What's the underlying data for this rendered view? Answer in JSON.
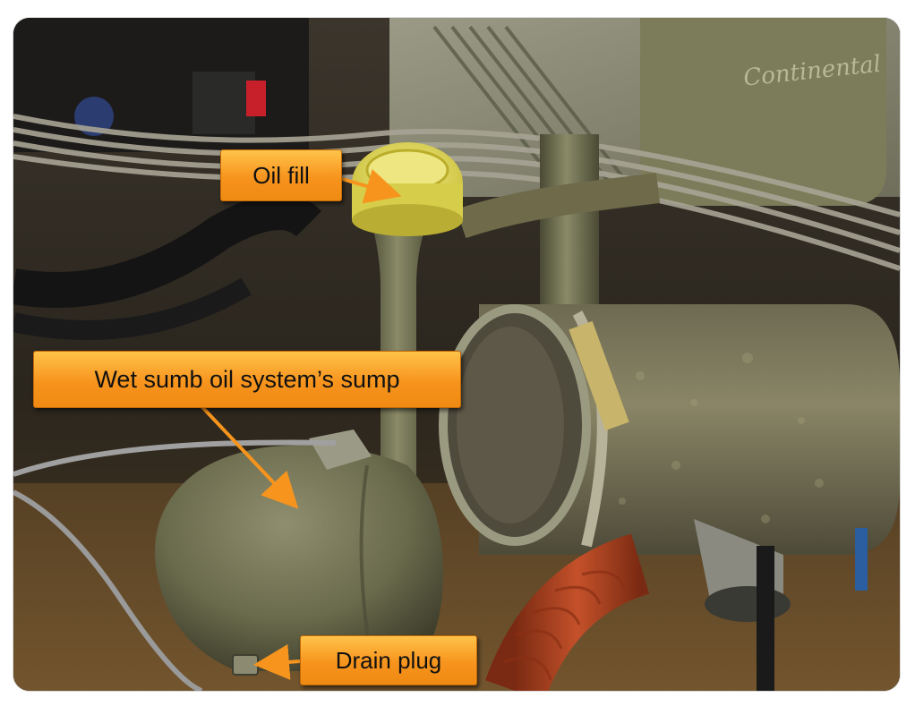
{
  "figure": {
    "labels": {
      "oil_fill": "Oil fill",
      "sump": "Wet sumb oil system’s sump",
      "drain_plug": "Drain plug"
    },
    "engine_brand": "Continental",
    "colors": {
      "callout": "#f7941d",
      "leader": "#f7941d",
      "engine_paint": "#6f6f4a",
      "hose": "#b2451f"
    }
  }
}
